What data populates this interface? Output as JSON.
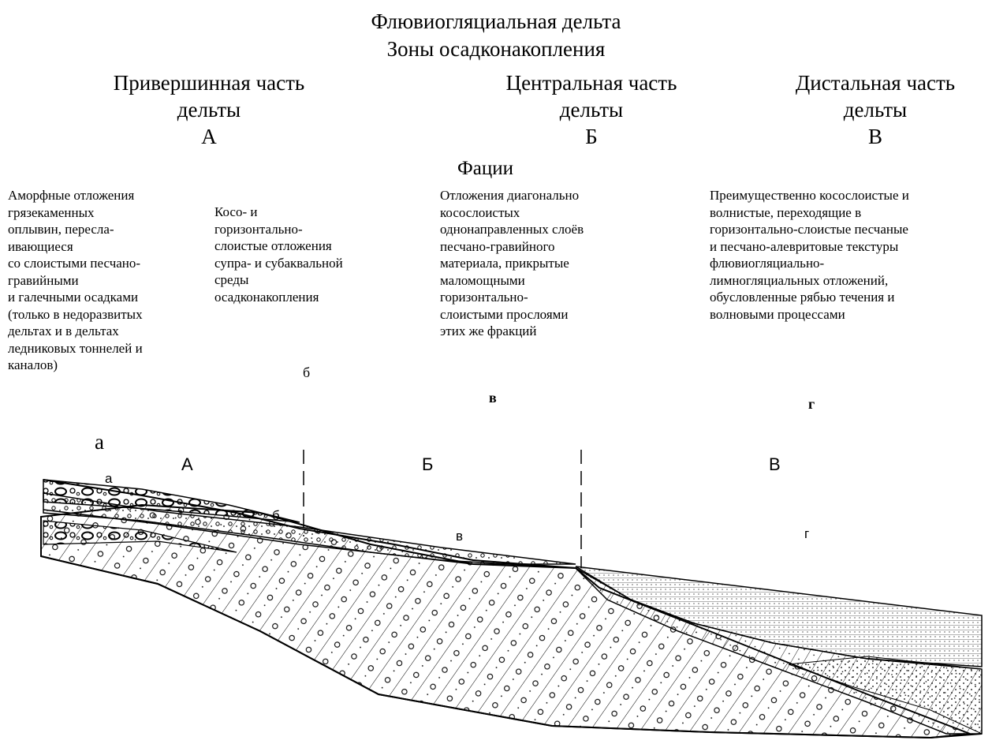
{
  "header": {
    "title": "Флювиогляциальная дельта",
    "subtitle": "Зоны осадконакопления"
  },
  "zones": [
    {
      "line1": "Привершинная часть",
      "line2": "дельты",
      "letter": "А"
    },
    {
      "line1": "Центральная часть",
      "line2": "дельты",
      "letter": "Б"
    },
    {
      "line1": "Дистальная часть",
      "line2": "дельты",
      "letter": "В"
    }
  ],
  "facies_heading": "Фации",
  "facies": [
    {
      "text": "Аморфные отложения\nгрязекаменных\nоплывин, пересла-\nивающиеся\nсо слоистыми песчано-\nгравийными\nи галечными осадками\n(только в недоразвитых\nдельтах и в дельтах\nледниковых тоннелей и\nканалов)",
      "letter": "а"
    },
    {
      "text": "Косо- и\nгоризонтально-\nслоистые отложения\nсупра- и субаквальной\nсреды\nосадконакопления",
      "letter": "б"
    },
    {
      "text": "Отложения диагонально\nкосослоистых\nоднонаправленных слоёв\nпесчано-гравийного\nматериала, прикрытые\nмаломощными\nгоризонтально-\nслоистыми прослоями\nэтих же фракций",
      "letter": "в"
    },
    {
      "text": "Преимущественно косослоистые и\nволнистые, переходящие в\nгоризонтально-слоистые песчаные\nи песчано-алевритовые текстуры\nфлювиогляциально-\nлимногляциальных отложений,\nобусловленные рябью течения и\nволновыми процессами",
      "letter": "г"
    }
  ],
  "section": {
    "zone_labels": [
      "А",
      "Б",
      "В"
    ],
    "facies_labels": [
      "а",
      "б",
      "в",
      "г"
    ]
  }
}
